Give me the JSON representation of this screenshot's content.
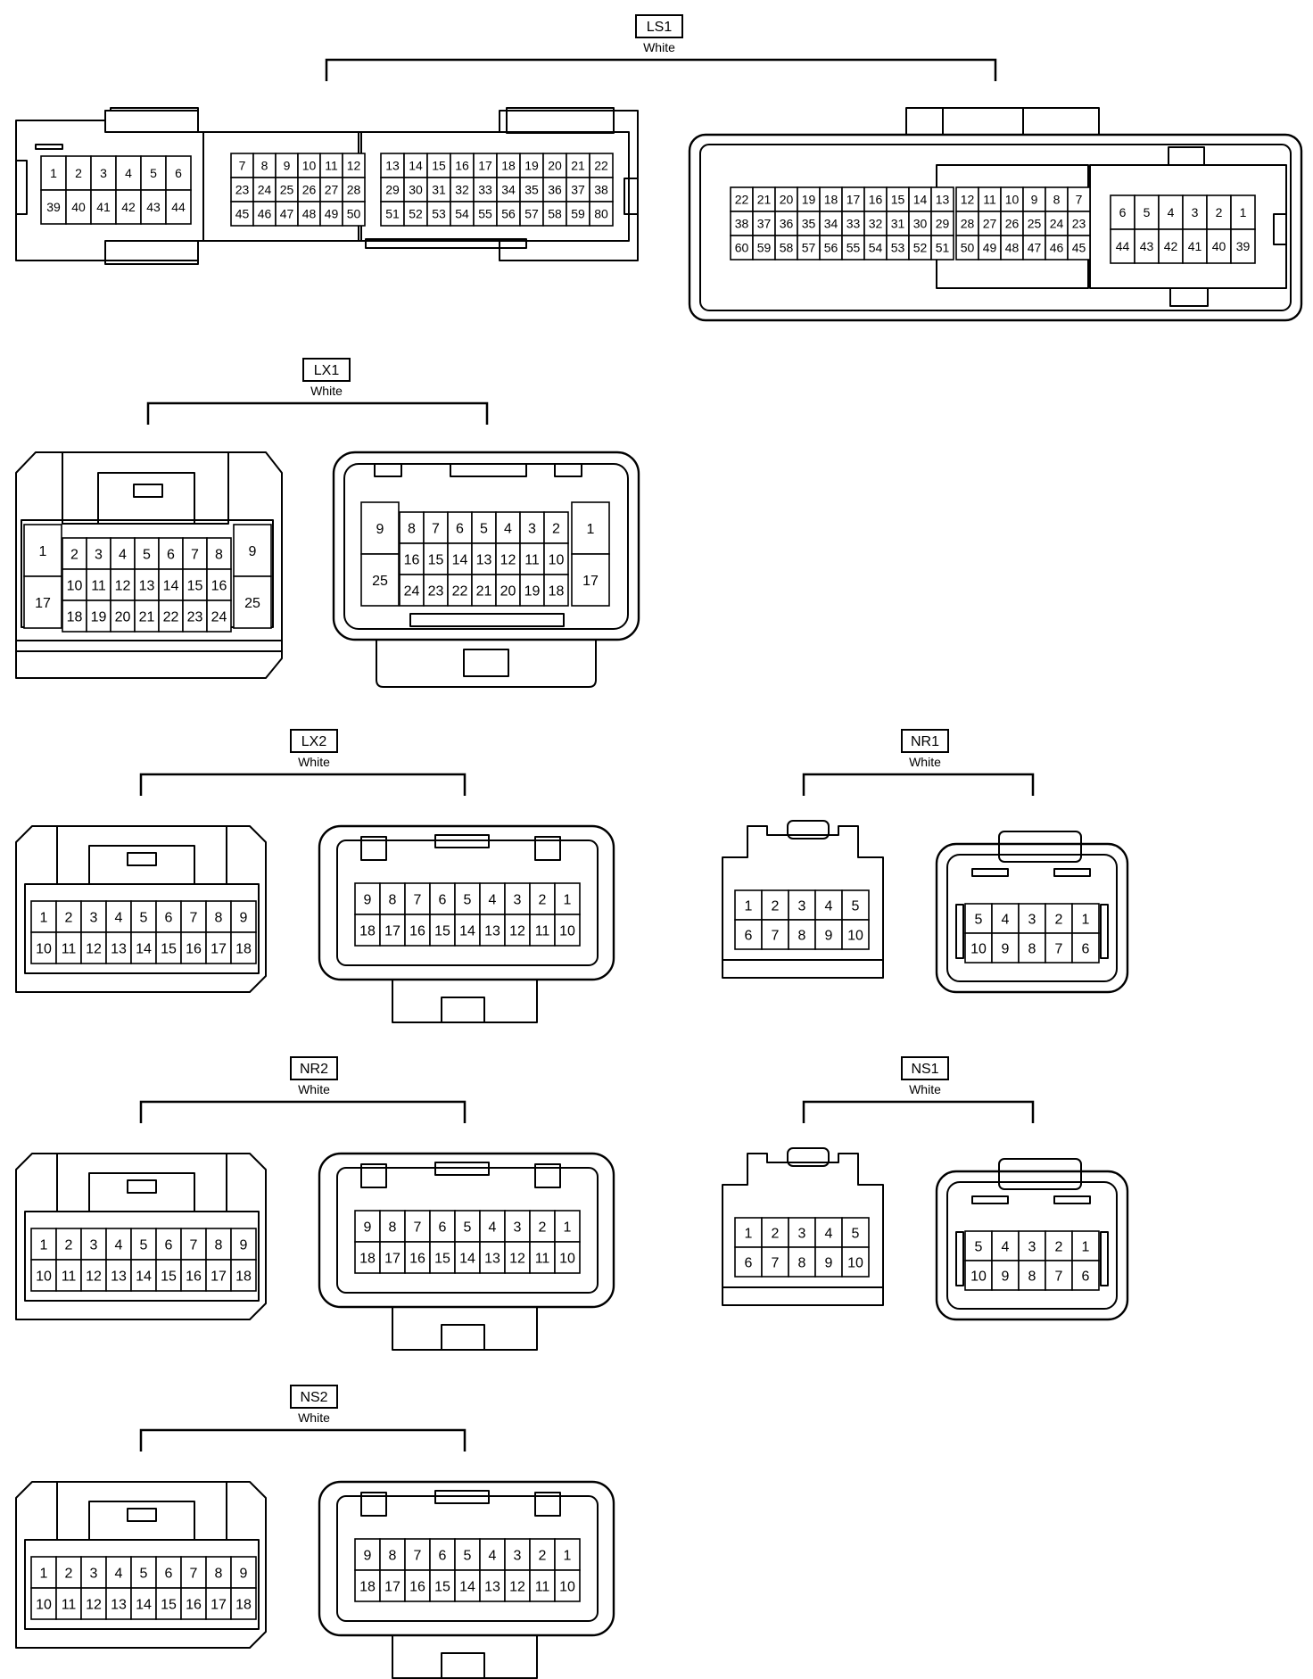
{
  "connectors": [
    {
      "id": "LS1",
      "label": "LS1",
      "color": "White",
      "left": {
        "groups": [
          [
            [
              "1",
              "2",
              "3",
              "4",
              "5",
              "6"
            ],
            [
              "39",
              "40",
              "41",
              "42",
              "43",
              "44"
            ]
          ],
          [
            [
              "7",
              "8",
              "9",
              "10",
              "11",
              "12"
            ],
            [
              "23",
              "24",
              "25",
              "26",
              "27",
              "28"
            ],
            [
              "45",
              "46",
              "47",
              "48",
              "49",
              "50"
            ]
          ],
          [
            [
              "13",
              "14",
              "15",
              "16",
              "17",
              "18",
              "19",
              "20",
              "21",
              "22"
            ],
            [
              "29",
              "30",
              "31",
              "32",
              "33",
              "34",
              "35",
              "36",
              "37",
              "38"
            ],
            [
              "51",
              "52",
              "53",
              "54",
              "55",
              "56",
              "57",
              "58",
              "59",
              "80"
            ]
          ]
        ]
      },
      "right": {
        "groups": [
          [
            [
              "22",
              "21",
              "20",
              "19",
              "18",
              "17",
              "16",
              "15",
              "14",
              "13"
            ],
            [
              "38",
              "37",
              "36",
              "35",
              "34",
              "33",
              "32",
              "31",
              "30",
              "29"
            ],
            [
              "60",
              "59",
              "58",
              "57",
              "56",
              "55",
              "54",
              "53",
              "52",
              "51"
            ]
          ],
          [
            [
              "12",
              "11",
              "10",
              "9",
              "8",
              "7"
            ],
            [
              "28",
              "27",
              "26",
              "25",
              "24",
              "23"
            ],
            [
              "50",
              "49",
              "48",
              "47",
              "46",
              "45"
            ]
          ],
          [
            [
              "6",
              "5",
              "4",
              "3",
              "2",
              "1"
            ],
            [
              "44",
              "43",
              "42",
              "41",
              "40",
              "39"
            ]
          ]
        ]
      }
    },
    {
      "id": "LX1",
      "label": "LX1",
      "color": "White",
      "left": {
        "side_left": [
          "1",
          "17"
        ],
        "grid": [
          [
            "2",
            "3",
            "4",
            "5",
            "6",
            "7",
            "8"
          ],
          [
            "10",
            "11",
            "12",
            "13",
            "14",
            "15",
            "16"
          ],
          [
            "18",
            "19",
            "20",
            "21",
            "22",
            "23",
            "24"
          ]
        ],
        "side_right": [
          "9",
          "25"
        ]
      },
      "right": {
        "side_left": [
          "9",
          "25"
        ],
        "grid": [
          [
            "8",
            "7",
            "6",
            "5",
            "4",
            "3",
            "2"
          ],
          [
            "16",
            "15",
            "14",
            "13",
            "12",
            "11",
            "10"
          ],
          [
            "24",
            "23",
            "22",
            "21",
            "20",
            "19",
            "18"
          ]
        ],
        "side_right": [
          "1",
          "17"
        ]
      }
    },
    {
      "id": "LX2",
      "label": "LX2",
      "color": "White",
      "left": {
        "grid": [
          [
            "1",
            "2",
            "3",
            "4",
            "5",
            "6",
            "7",
            "8",
            "9"
          ],
          [
            "10",
            "11",
            "12",
            "13",
            "14",
            "15",
            "16",
            "17",
            "18"
          ]
        ]
      },
      "right": {
        "grid": [
          [
            "9",
            "8",
            "7",
            "6",
            "5",
            "4",
            "3",
            "2",
            "1"
          ],
          [
            "18",
            "17",
            "16",
            "15",
            "14",
            "13",
            "12",
            "11",
            "10"
          ]
        ]
      }
    },
    {
      "id": "NR1",
      "label": "NR1",
      "color": "White",
      "left": {
        "grid": [
          [
            "1",
            "2",
            "3",
            "4",
            "5"
          ],
          [
            "6",
            "7",
            "8",
            "9",
            "10"
          ]
        ]
      },
      "right": {
        "grid": [
          [
            "5",
            "4",
            "3",
            "2",
            "1"
          ],
          [
            "10",
            "9",
            "8",
            "7",
            "6"
          ]
        ]
      }
    },
    {
      "id": "NR2",
      "label": "NR2",
      "color": "White",
      "left": {
        "grid": [
          [
            "1",
            "2",
            "3",
            "4",
            "5",
            "6",
            "7",
            "8",
            "9"
          ],
          [
            "10",
            "11",
            "12",
            "13",
            "14",
            "15",
            "16",
            "17",
            "18"
          ]
        ]
      },
      "right": {
        "grid": [
          [
            "9",
            "8",
            "7",
            "6",
            "5",
            "4",
            "3",
            "2",
            "1"
          ],
          [
            "18",
            "17",
            "16",
            "15",
            "14",
            "13",
            "12",
            "11",
            "10"
          ]
        ]
      }
    },
    {
      "id": "NS1",
      "label": "NS1",
      "color": "White",
      "left": {
        "grid": [
          [
            "1",
            "2",
            "3",
            "4",
            "5"
          ],
          [
            "6",
            "7",
            "8",
            "9",
            "10"
          ]
        ]
      },
      "right": {
        "grid": [
          [
            "5",
            "4",
            "3",
            "2",
            "1"
          ],
          [
            "10",
            "9",
            "8",
            "7",
            "6"
          ]
        ]
      }
    },
    {
      "id": "NS2",
      "label": "NS2",
      "color": "White",
      "left": {
        "grid": [
          [
            "1",
            "2",
            "3",
            "4",
            "5",
            "6",
            "7",
            "8",
            "9"
          ],
          [
            "10",
            "11",
            "12",
            "13",
            "14",
            "15",
            "16",
            "17",
            "18"
          ]
        ]
      },
      "right": {
        "grid": [
          [
            "9",
            "8",
            "7",
            "6",
            "5",
            "4",
            "3",
            "2",
            "1"
          ],
          [
            "18",
            "17",
            "16",
            "15",
            "14",
            "13",
            "12",
            "11",
            "10"
          ]
        ]
      }
    }
  ]
}
